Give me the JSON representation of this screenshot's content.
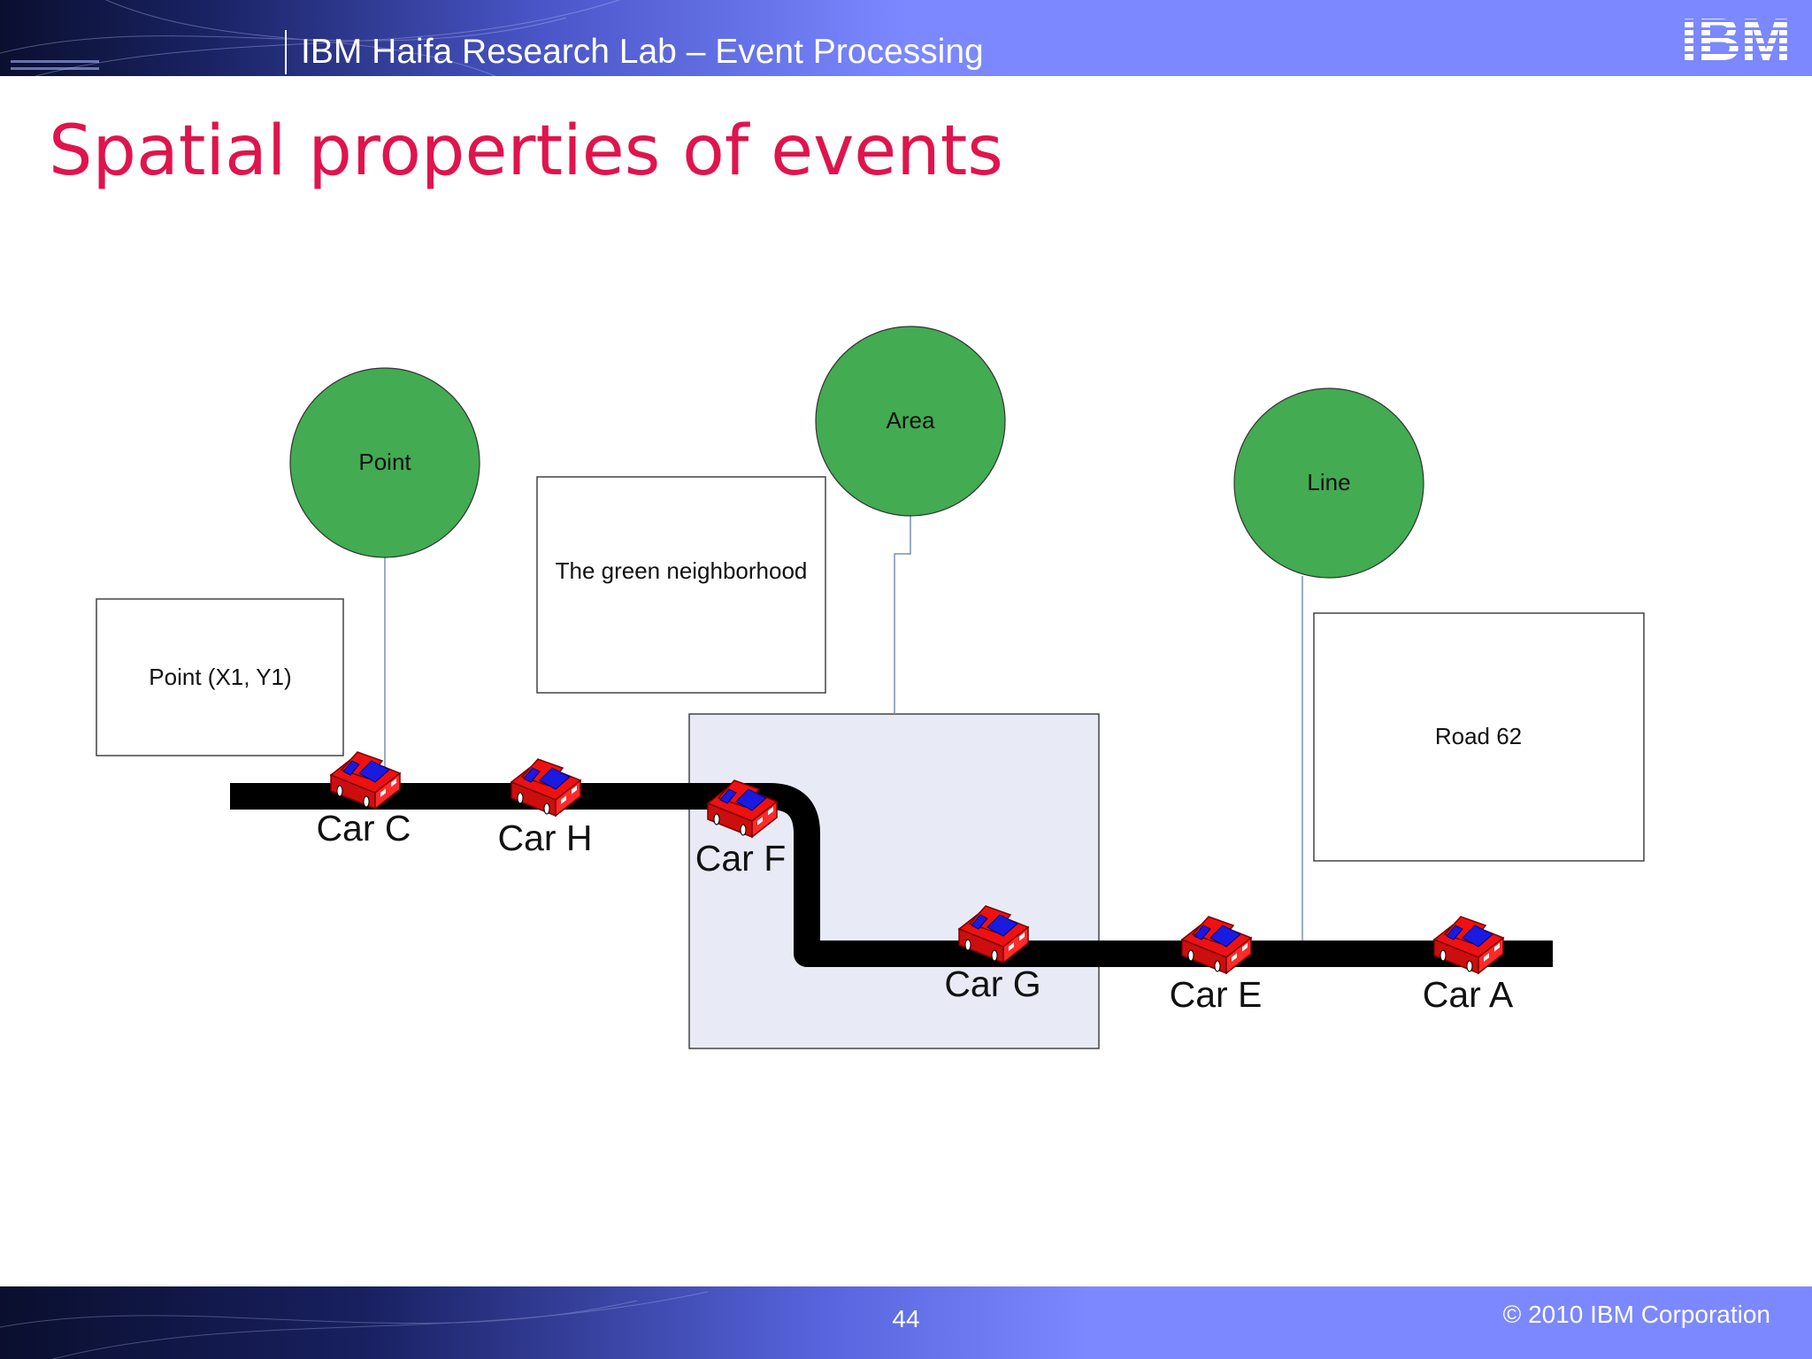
{
  "header": {
    "title": "IBM Haifa Research Lab – Event Processing",
    "logo_text": "IBM"
  },
  "slide": {
    "title": "Spatial properties of events"
  },
  "diagram": {
    "bubbles": {
      "point": "Point",
      "area": "Area",
      "line": "Line"
    },
    "boxes": {
      "point_coords": "Point (X1, Y1)",
      "neighborhood": "The green neighborhood",
      "road": "Road 62"
    },
    "cars": {
      "c": "Car C",
      "h": "Car H",
      "f": "Car F",
      "g": "Car G",
      "e": "Car E",
      "a": "Car A"
    }
  },
  "footer": {
    "page_number": "44",
    "copyright": "© 2010 IBM Corporation"
  },
  "colors": {
    "header_blue": "#7b88ff",
    "title_red": "#e0144c",
    "bubble_green": "#43ab52",
    "area_fill": "#e8ebf6",
    "car_red": "#ee1111",
    "car_blue": "#1a1ae0",
    "road": "#000000"
  },
  "icons": {
    "car": "car-icon",
    "logo": "ibm-logo-icon"
  }
}
